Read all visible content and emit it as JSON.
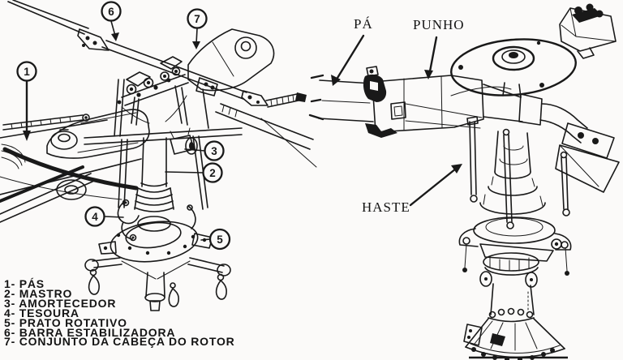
{
  "colors": {
    "paper": "#fbfaf9",
    "ink": "#191919"
  },
  "left_diagram": {
    "callouts": [
      "1",
      "2",
      "3",
      "4",
      "5",
      "6",
      "7"
    ],
    "legend": [
      "1- PÁS",
      "2- MASTRO",
      "3- AMORTECEDOR",
      "4- TESOURA",
      "5- PRATO ROTATIVO",
      "6- BARRA ESTABILIZADORA",
      "7- CONJUNTO DA CABEÇA DO ROTOR"
    ]
  },
  "right_diagram": {
    "labels": {
      "blade": "PÁ",
      "grip": "PUNHO",
      "rod": "HASTE"
    }
  }
}
